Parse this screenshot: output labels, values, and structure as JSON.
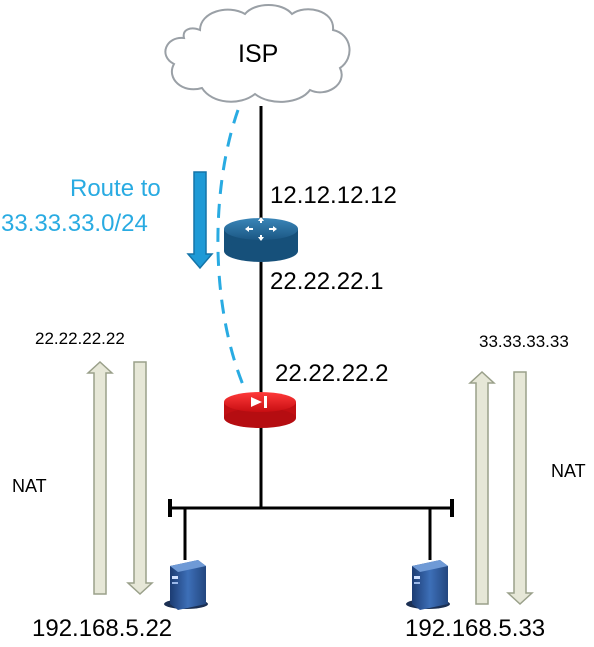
{
  "isp": {
    "label": "ISP"
  },
  "route_hint": {
    "line1": "Route to",
    "line2": "33.33.33.0/24",
    "color": "#29abe2"
  },
  "router": {
    "wan_ip": "12.12.12.12",
    "lan_ip": "22.22.22.1",
    "color": "#1f5f8b"
  },
  "firewall": {
    "outside_ip": "22.22.22.2",
    "color": "#e8141b"
  },
  "left_host": {
    "public_ip": "22.22.22.22",
    "nat_label": "NAT",
    "private_ip": "192.168.5.22"
  },
  "right_host": {
    "public_ip": "33.33.33.33",
    "nat_label": "NAT",
    "private_ip": "192.168.5.33"
  },
  "colors": {
    "nat_arrow_fill": "#e6e7d7",
    "nat_arrow_stroke": "#9aa08a",
    "server_blue": "#2f5d9f"
  }
}
